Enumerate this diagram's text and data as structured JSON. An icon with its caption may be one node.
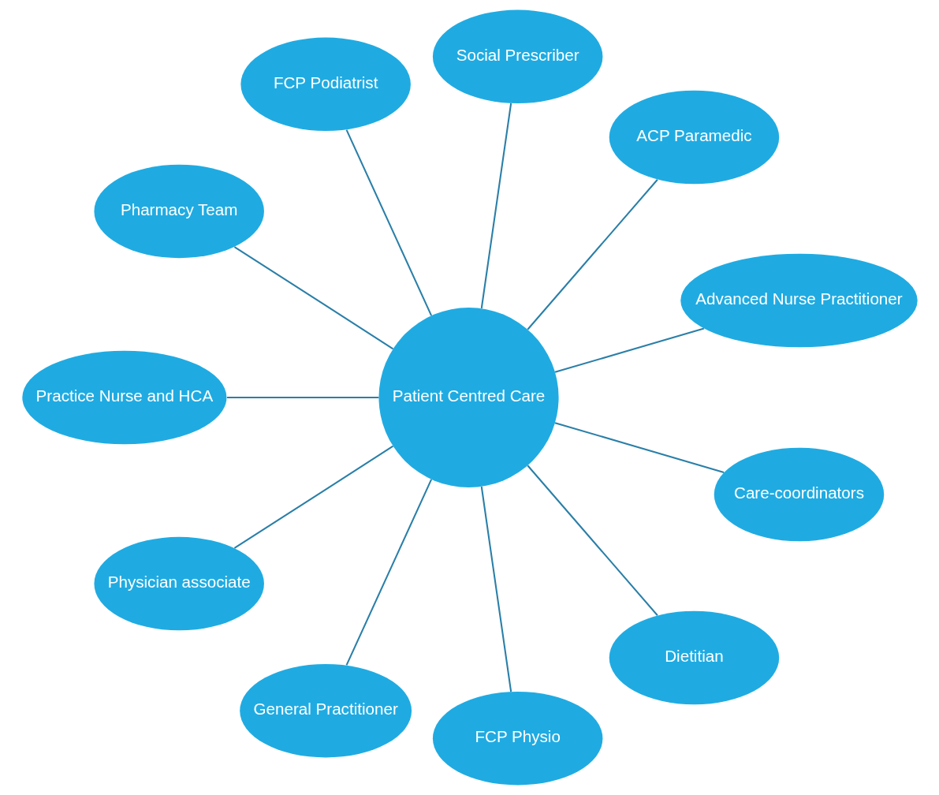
{
  "diagram": {
    "nodes": [
      {
        "text": [
          "Patient Centred Care"
        ]
      },
      {
        "text": [
          "Care-coordinators"
        ]
      },
      {
        "text": [
          "Dietitian"
        ]
      },
      {
        "text": [
          "FCP Physio"
        ]
      },
      {
        "text": [
          "General Practitioner"
        ]
      },
      {
        "text": [
          "Physician associate"
        ]
      },
      {
        "text": [
          "Practice Nurse and HCA"
        ]
      },
      {
        "text": [
          "Pharmacy Team"
        ]
      },
      {
        "text": [
          "FCP Podiatrist"
        ]
      },
      {
        "text": [
          "Social Prescriber"
        ]
      },
      {
        "text": [
          "ACP Paramedic"
        ]
      },
      {
        "text": [
          "Advanced Nurse Practitioner"
        ]
      }
    ],
    "edges": [
      {
        "from": 0,
        "to": 1,
        "arrow": "none"
      },
      {
        "from": 0,
        "to": 2,
        "arrow": "none"
      },
      {
        "from": 0,
        "to": 3,
        "arrow": "none"
      },
      {
        "from": 0,
        "to": 4,
        "arrow": "none"
      },
      {
        "from": 0,
        "to": 5,
        "arrow": "none"
      },
      {
        "from": 0,
        "to": 6,
        "arrow": "none"
      },
      {
        "from": 0,
        "to": 7,
        "arrow": "none"
      },
      {
        "from": 0,
        "to": 8,
        "arrow": "none"
      },
      {
        "from": 0,
        "to": 9,
        "arrow": "none"
      },
      {
        "from": 0,
        "to": 10,
        "arrow": "none"
      },
      {
        "from": 0,
        "to": 11,
        "arrow": "none"
      }
    ]
  }
}
